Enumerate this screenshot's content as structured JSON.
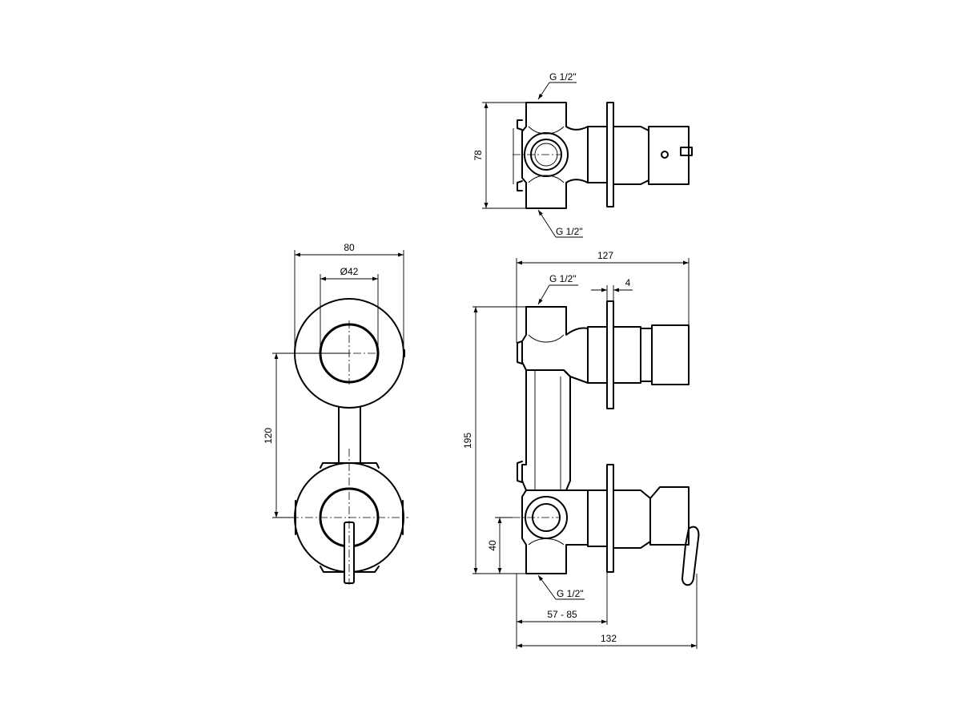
{
  "dimensions": {
    "top_view": {
      "height": "78",
      "thread_top": "G 1/2\"",
      "thread_bottom": "G 1/2\""
    },
    "front_view": {
      "width": "80",
      "diameter": "Ø42",
      "spacing": "120"
    },
    "side_view": {
      "depth_top": "127",
      "thread_top": "G 1/2\"",
      "plate_thickness": "4",
      "height": "195",
      "offset_bottom": "40",
      "thread_bottom": "G 1/2\"",
      "install_range": "57 - 85",
      "depth_bottom": "132"
    }
  }
}
